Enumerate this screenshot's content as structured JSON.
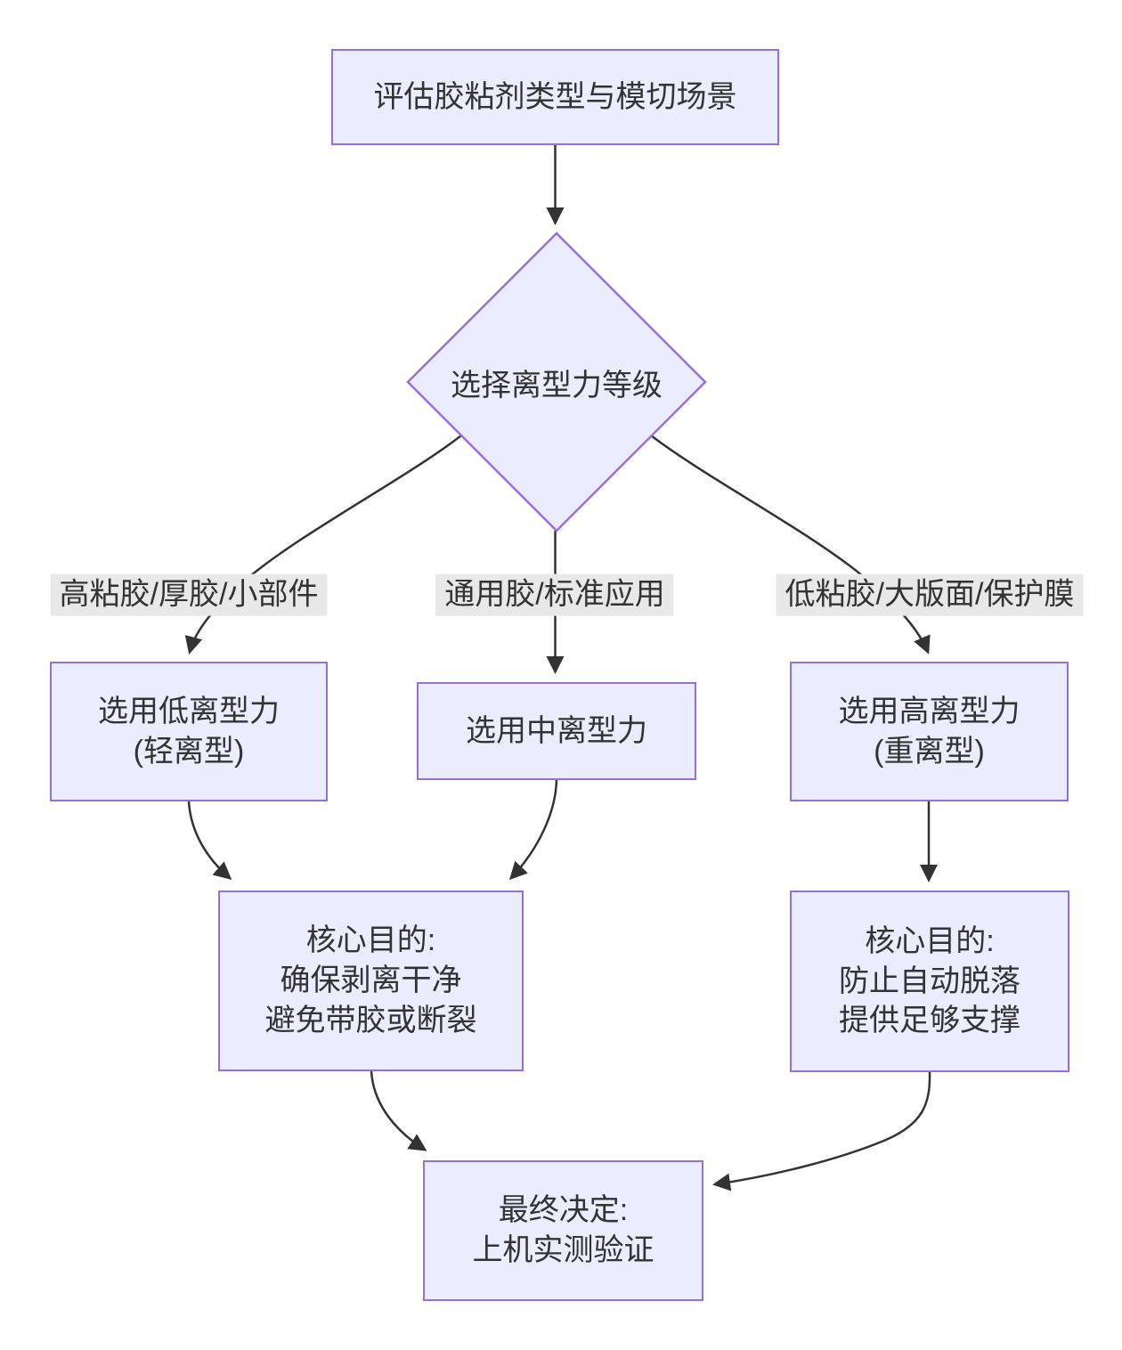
{
  "colors": {
    "node_fill": "#ECECFF",
    "node_border": "#9370DB",
    "edge_color": "#333333",
    "label_bg": "#e8e8e8",
    "text_color": "#333333",
    "background": "#ffffff"
  },
  "nodes": {
    "start": {
      "label": "评估胶粘剂类型与模切场景"
    },
    "decision": {
      "label": "选择离型力等级"
    },
    "low": {
      "lines": [
        "选用低离型力",
        "(轻离型)"
      ]
    },
    "mid": {
      "label": "选用中离型力"
    },
    "high": {
      "lines": [
        "选用高离型力",
        "(重离型)"
      ]
    },
    "purpose_low": {
      "lines": [
        "核心目的:",
        "确保剥离干净",
        "避免带胶或断裂"
      ]
    },
    "purpose_high": {
      "lines": [
        "核心目的:",
        "防止自动脱落",
        "提供足够支撑"
      ]
    },
    "final": {
      "lines": [
        "最终决定:",
        "上机实测验证"
      ]
    }
  },
  "edge_labels": {
    "left": "高粘胶/厚胶/小部件",
    "middle": "通用胶/标准应用",
    "right": "低粘胶/大版面/保护膜"
  }
}
